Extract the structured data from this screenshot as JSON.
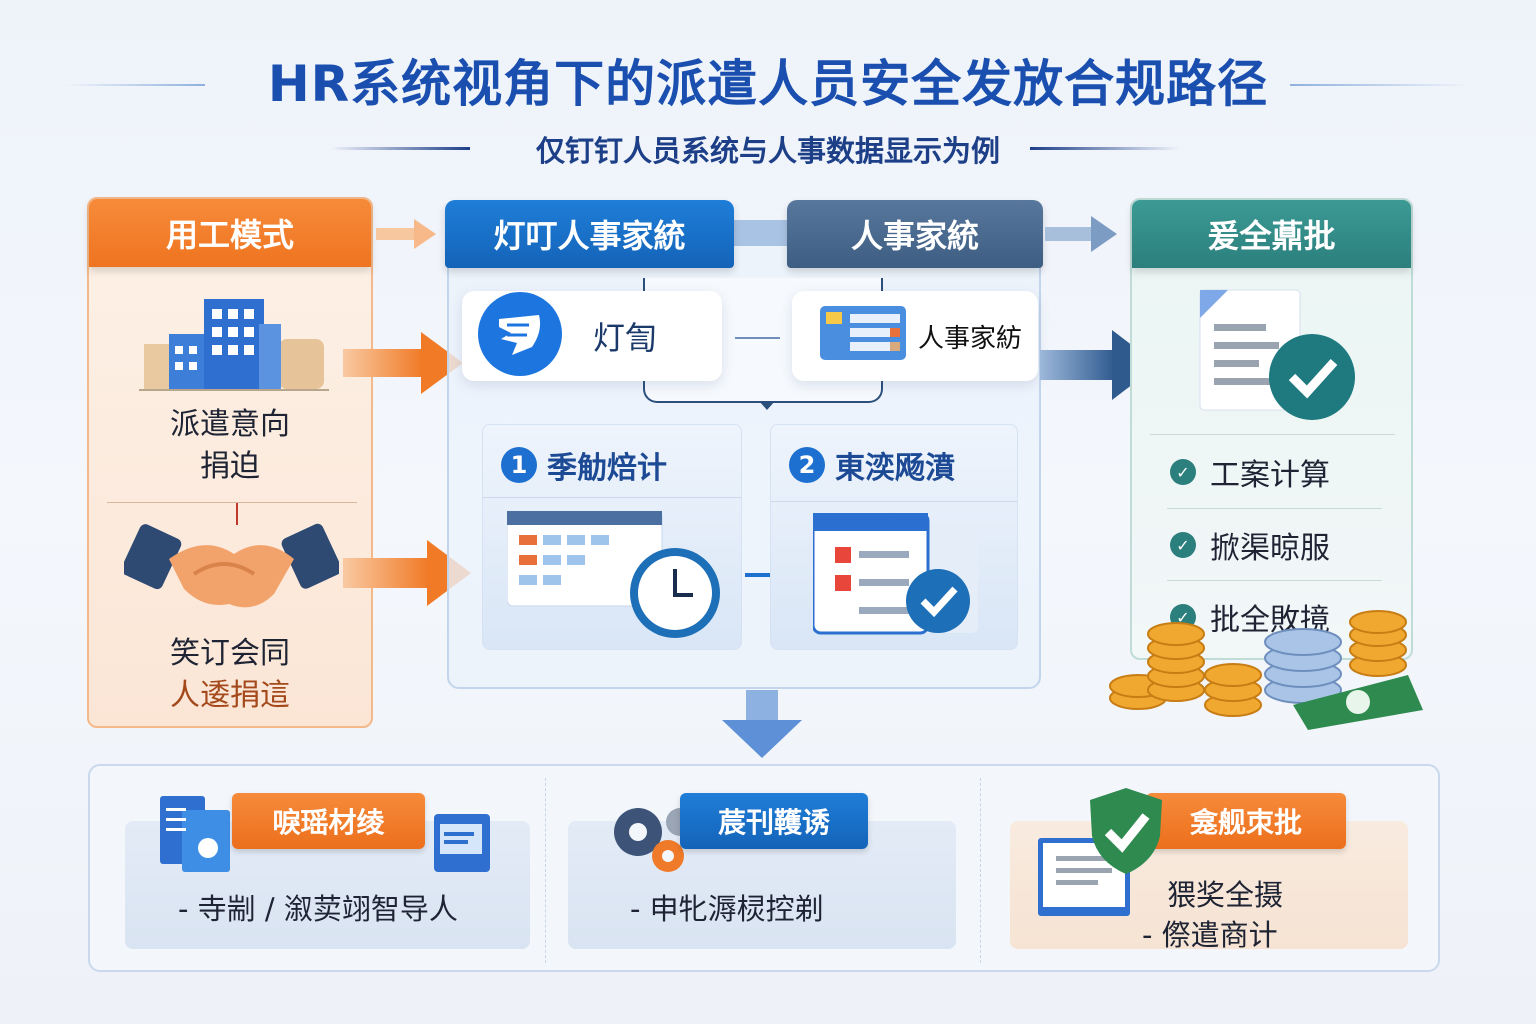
{
  "title": "HR系统视角下的派遣人员安全发放合规路径",
  "subtitle": "仅钉钉人员系统与人事数据显示为例",
  "left_column": {
    "header": "用工模式",
    "item1": {
      "icon": "office-building-icon",
      "line1": "派遣意向",
      "line2": "捐迫"
    },
    "item2": {
      "icon": "handshake-icon",
      "line1": "笑订会同",
      "line2": "人逶捐這"
    }
  },
  "middle": {
    "tab_dingtalk": "灯叮人事家統",
    "tab_hr": "人事家統",
    "dingtalk_card": {
      "icon": "dingtalk-logo-icon",
      "label": "灯訇"
    },
    "hr_card": {
      "icon": "hr-form-icon",
      "label": "人事家紡"
    },
    "steps": [
      {
        "number": "1",
        "label": "季觔焙计",
        "icon": "calendar-clock-icon"
      },
      {
        "number": "2",
        "label": "東湙飏濆",
        "icon": "checklist-icon"
      }
    ]
  },
  "right_column": {
    "header": "爰全薡批",
    "items": [
      "工案计算",
      "掀渠晾服",
      "批全敗摬"
    ]
  },
  "bottom": {
    "cards": [
      {
        "tag": "唳瑶材绫",
        "text": "- 寺剬 / 溆荬翊智导人",
        "icon": "documents-icon",
        "tag_color": "#f07a26"
      },
      {
        "tag": "莀刊韄诱",
        "text": "- 申牝溽棂控剃",
        "icon": "gears-icon",
        "tag_color": "#1d6fb8"
      },
      {
        "tag": "龛舰朿批",
        "line1": "猥奖全摄",
        "line2": "- 傺遣商计",
        "icon": "shield-check-icon",
        "tag_color": "#f07a26"
      }
    ]
  },
  "colors": {
    "title": "#1a4fb0",
    "orange": "#f07a26",
    "blue": "#1d6fd0",
    "slate": "#48698f",
    "teal": "#2b7f7c"
  }
}
